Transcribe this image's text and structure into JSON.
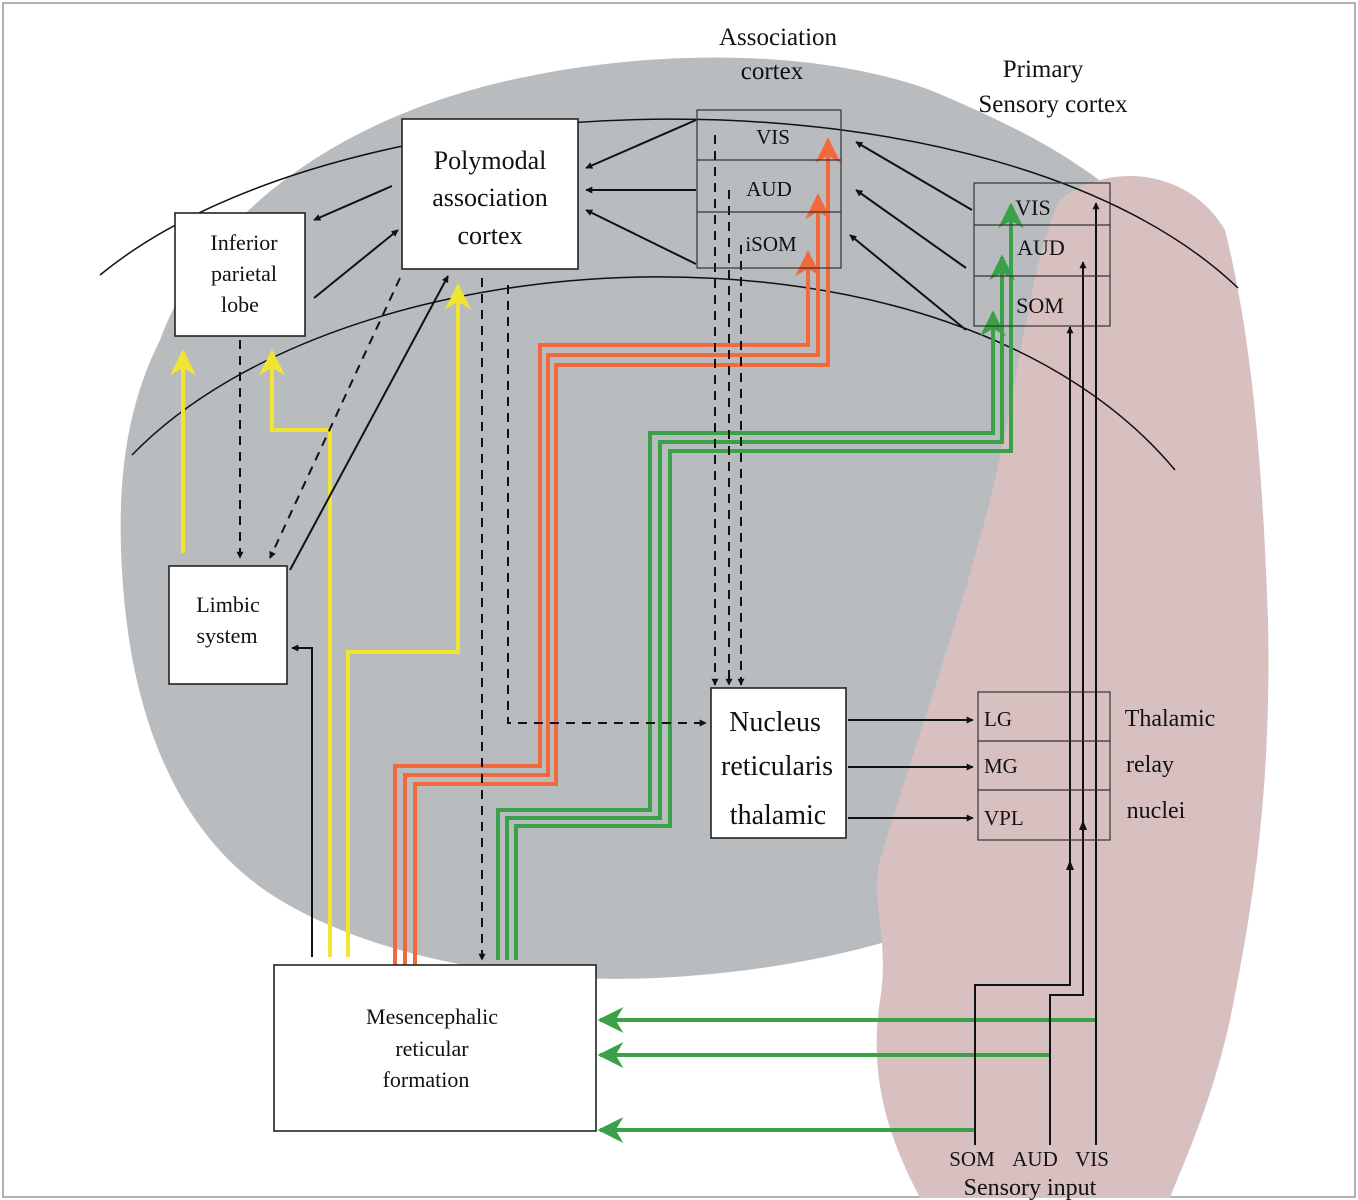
{
  "labels": {
    "association_cortex": [
      "Association",
      "cortex"
    ],
    "primary_sensory_cortex": [
      "Primary",
      "Sensory cortex"
    ],
    "polymodal": [
      "Polymodal",
      "association",
      "cortex"
    ],
    "inferior_parietal": [
      "Inferior",
      "parietal",
      "lobe"
    ],
    "limbic": [
      "Limbic",
      "system"
    ],
    "nucleus_reticularis": [
      "Nucleus",
      "reticularis",
      "thalamic"
    ],
    "mesencephalic": [
      "Mesencephalic",
      "reticular",
      "formation"
    ],
    "thalamic_relay": [
      "Thalamic",
      "relay",
      "nuclei"
    ],
    "assoc_cells": [
      "VIS",
      "AUD",
      "iSOM"
    ],
    "primary_cells": [
      "VIS",
      "AUD",
      "SOM"
    ],
    "relay_cells": [
      "LG",
      "MG",
      "VPL"
    ],
    "sensory_inputs": [
      "SOM",
      "AUD",
      "VIS"
    ],
    "sensory_input": "Sensory input"
  },
  "colors": {
    "brain": "#b9bcbf",
    "brainstem": "#d8c0c0",
    "yellow_path": "#f2e531",
    "orange_path": "#f26a3b",
    "green_path": "#3ba148",
    "black_path": "#111111"
  }
}
